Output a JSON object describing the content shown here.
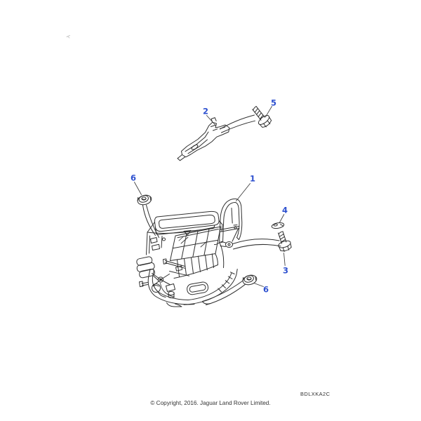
{
  "diagram": {
    "code": "BDLXKA2C",
    "callouts": [
      {
        "id": "callout-2",
        "label": "2"
      },
      {
        "id": "callout-5",
        "label": "5"
      },
      {
        "id": "callout-6-upper",
        "label": "6"
      },
      {
        "id": "callout-1",
        "label": "1"
      },
      {
        "id": "callout-4",
        "label": "4"
      },
      {
        "id": "callout-3",
        "label": "3"
      },
      {
        "id": "callout-6-lower",
        "label": "6"
      }
    ]
  },
  "footer": {
    "copyright": "© Copyright, 2016. Jaguar Land Rover Limited."
  },
  "colors": {
    "callout": "#2d50cf",
    "line": "#303030"
  }
}
